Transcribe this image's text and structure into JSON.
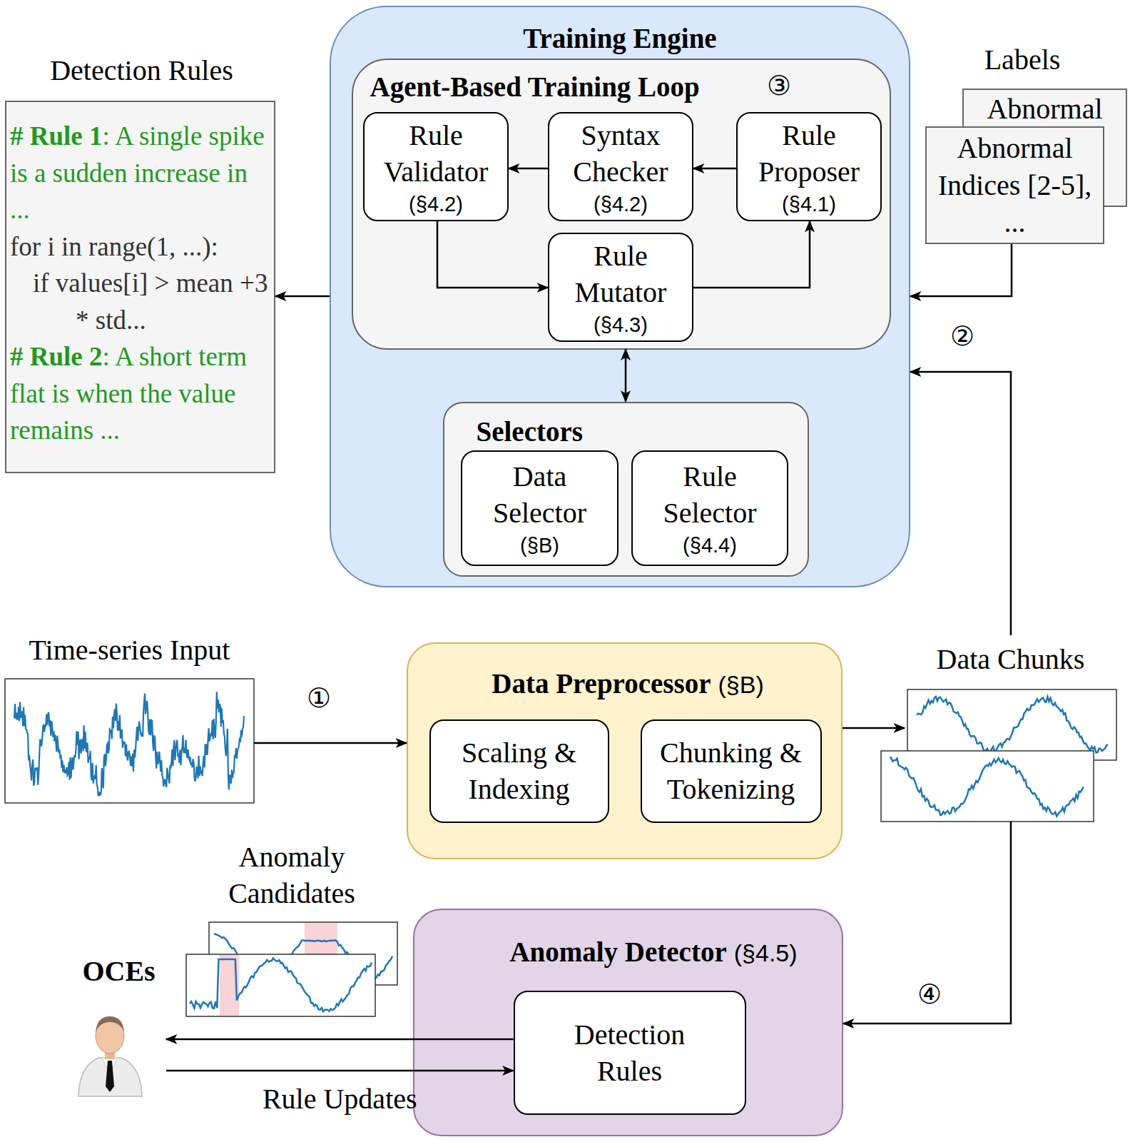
{
  "diagram": {
    "nodes": [
      {
        "text": [
          "Detection Rules",
          "# Rule 1",
          ": A single spike is a sudden increase in ...",
          "for i in range(1, ...):",
          "if values[i] > mean +3 * std...",
          "# Rule 2",
          ": A short term flat is when the value remains ..."
        ]
      },
      {
        "text": [
          "Training Engine"
        ]
      },
      {
        "text": [
          "Agent-Based Training Loop"
        ],
        "in": 1
      },
      {
        "text": [
          "Rule Validator",
          "(§4.2)"
        ],
        "in": 2
      },
      {
        "text": [
          "Syntax Checker",
          "(§4.2)"
        ],
        "in": 2
      },
      {
        "text": [
          "Rule Proposer",
          "(§4.1)"
        ],
        "in": 2
      },
      {
        "text": [
          "Rule Mutator",
          "(§4.3)"
        ],
        "in": 2
      },
      {
        "text": [
          "Selectors"
        ],
        "in": 1
      },
      {
        "text": [
          "Data Selector",
          "(§B)"
        ],
        "in": 7
      },
      {
        "text": [
          "Rule Selector",
          "(§4.4)"
        ],
        "in": 7
      },
      {
        "text": [
          "Labels",
          "Abnormal"
        ]
      },
      {
        "text": [
          "Abnormal Indices [2-5], ..."
        ]
      },
      {
        "text": [
          "Time-series Input"
        ]
      },
      {
        "text": [
          "Data Preprocessor",
          "(§B)"
        ]
      },
      {
        "text": [
          "Scaling & Indexing"
        ],
        "in": 13
      },
      {
        "text": [
          "Chunking & Tokenizing"
        ],
        "in": 13
      },
      {
        "text": [
          "Data Chunks"
        ]
      },
      {
        "text": [
          "Anomaly Candidates"
        ]
      },
      {
        "text": [
          "OCEs"
        ]
      },
      {
        "text": [
          "Anomaly Detector",
          "(§4.5)"
        ]
      },
      {
        "text": [
          "Detection Rules"
        ],
        "in": 19
      }
    ],
    "edges": [
      {
        "from": 12,
        "to": 13,
        "arrow": "to"
      },
      {
        "from": 13,
        "to": 16,
        "arrow": "to"
      },
      {
        "from": 16,
        "to": 1,
        "arrow": "to"
      },
      {
        "from": 11,
        "to": 1,
        "arrow": "to"
      },
      {
        "from": 1,
        "to": 0,
        "arrow": "to"
      },
      {
        "from": 5,
        "to": 4,
        "arrow": "to"
      },
      {
        "from": 4,
        "to": 3,
        "arrow": "to"
      },
      {
        "from": 3,
        "to": 6,
        "arrow": "to"
      },
      {
        "from": 6,
        "to": 5,
        "arrow": "to"
      },
      {
        "from": 2,
        "to": 7,
        "arrow": "both"
      },
      {
        "from": 16,
        "to": 19,
        "arrow": "to"
      },
      {
        "from": 20,
        "to": 18,
        "arrow": "to"
      },
      {
        "from": 18,
        "to": 20,
        "label": "Rule Updates",
        "arrow": "to"
      }
    ],
    "labels": [
      "①",
      "②",
      "③",
      "④"
    ]
  }
}
